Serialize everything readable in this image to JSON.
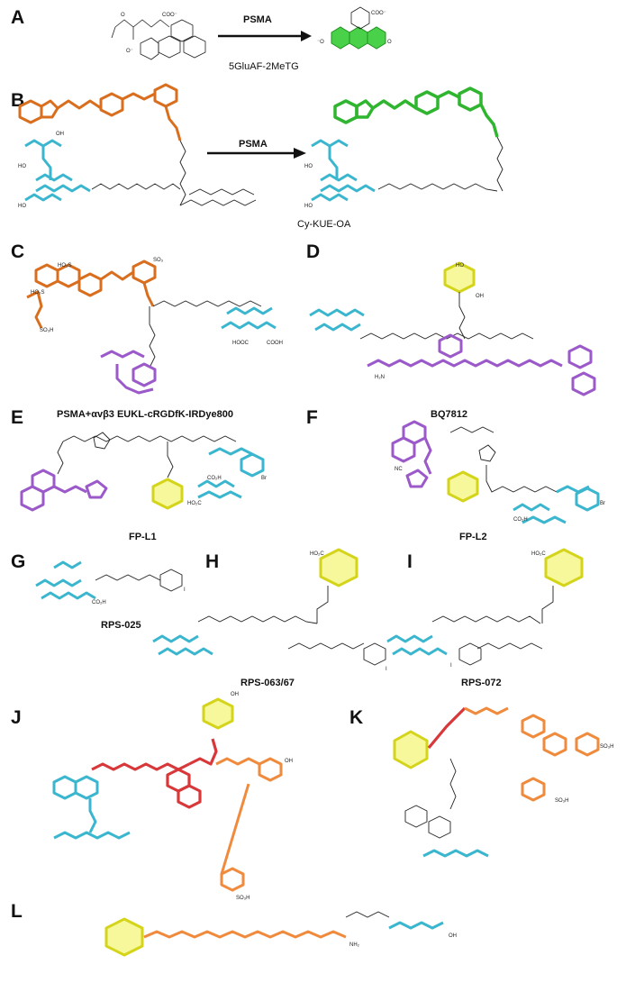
{
  "panels": {
    "A": {
      "letter": "A",
      "arrow_label": "PSMA",
      "caption": "5GluAF-2MeTG"
    },
    "B": {
      "letter": "B",
      "arrow_label": "PSMA",
      "caption": "Cy-KUE-OA"
    },
    "C": {
      "letter": "C",
      "caption": "PSMA+αvβ3 EUKL-cRGDfK-IRDye800"
    },
    "D": {
      "letter": "D",
      "caption": "BQ7812"
    },
    "E": {
      "letter": "E",
      "caption": "FP-L1"
    },
    "F": {
      "letter": "F",
      "caption": "FP-L2"
    },
    "G": {
      "letter": "G",
      "caption": "RPS-025"
    },
    "H": {
      "letter": "H",
      "caption": "RPS-063/67"
    },
    "I": {
      "letter": "I",
      "caption": "RPS-072"
    },
    "J": {
      "letter": "J"
    },
    "K": {
      "letter": "K"
    },
    "L": {
      "letter": "L"
    }
  },
  "colors": {
    "psma_ligand": "#45c4dc",
    "fluorophore": "#f08a3c",
    "fluorophore_activated": "#3cc63c",
    "chelator": "#f2f21e",
    "targeting_peptide": "#9b59c9",
    "linker_red": "#d8383a",
    "bond": "#222222"
  }
}
